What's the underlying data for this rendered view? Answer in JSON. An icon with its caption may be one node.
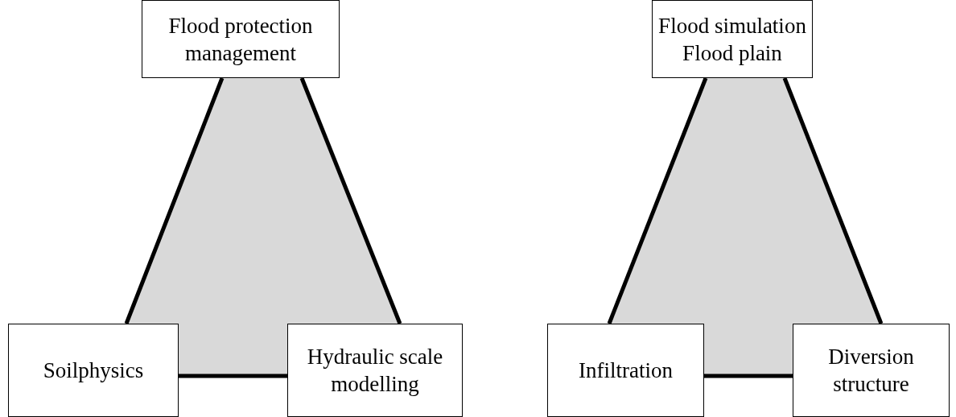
{
  "diagram": {
    "nodes": [
      {
        "text": [
          "Flood protection management"
        ]
      },
      {
        "text": [
          "Soilphysics"
        ]
      },
      {
        "text": [
          "Hydraulic scale modelling"
        ]
      },
      {
        "text": [
          "Flood simulation",
          "Flood plain"
        ]
      },
      {
        "text": [
          "Infiltration"
        ]
      },
      {
        "text": [
          "Diversion structure"
        ]
      }
    ],
    "edges": [
      {
        "from": 0,
        "to": 1,
        "arrow": "none"
      },
      {
        "from": 0,
        "to": 2,
        "arrow": "none"
      },
      {
        "from": 1,
        "to": 2,
        "arrow": "none"
      },
      {
        "from": 3,
        "to": 4,
        "arrow": "none"
      },
      {
        "from": 3,
        "to": 5,
        "arrow": "none"
      },
      {
        "from": 4,
        "to": 5,
        "arrow": "none"
      }
    ]
  }
}
